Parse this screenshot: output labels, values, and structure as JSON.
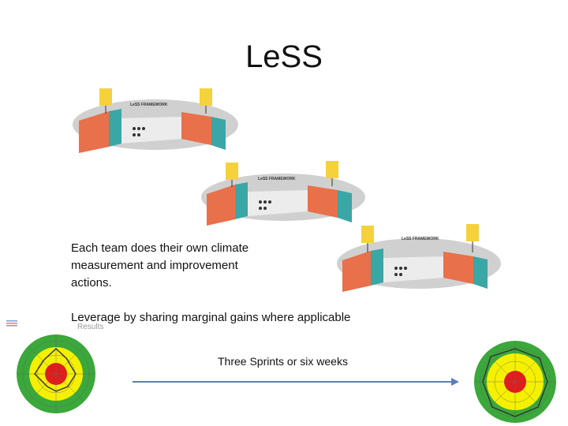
{
  "slide": {
    "title": "LeSS",
    "body_line_1": "Each team does their own climate measurement and improvement actions.",
    "body_line_2": "Leverage by sharing marginal gains where applicable",
    "results_label": "Results",
    "arrow_label": "Three Sprints or six weeks"
  },
  "framework_diagram": {
    "heading": "LeSS FRAMEWORK"
  },
  "colors": {
    "arrow": "#5b7fb8",
    "radar_outer": "#3aa83a",
    "radar_middle": "#f5f000",
    "radar_inner": "#e21b1b",
    "framework_orange": "#e8704a",
    "framework_teal": "#3aa6a6",
    "framework_yellow": "#f5d23c",
    "framework_grey": "#c9c9c9"
  }
}
